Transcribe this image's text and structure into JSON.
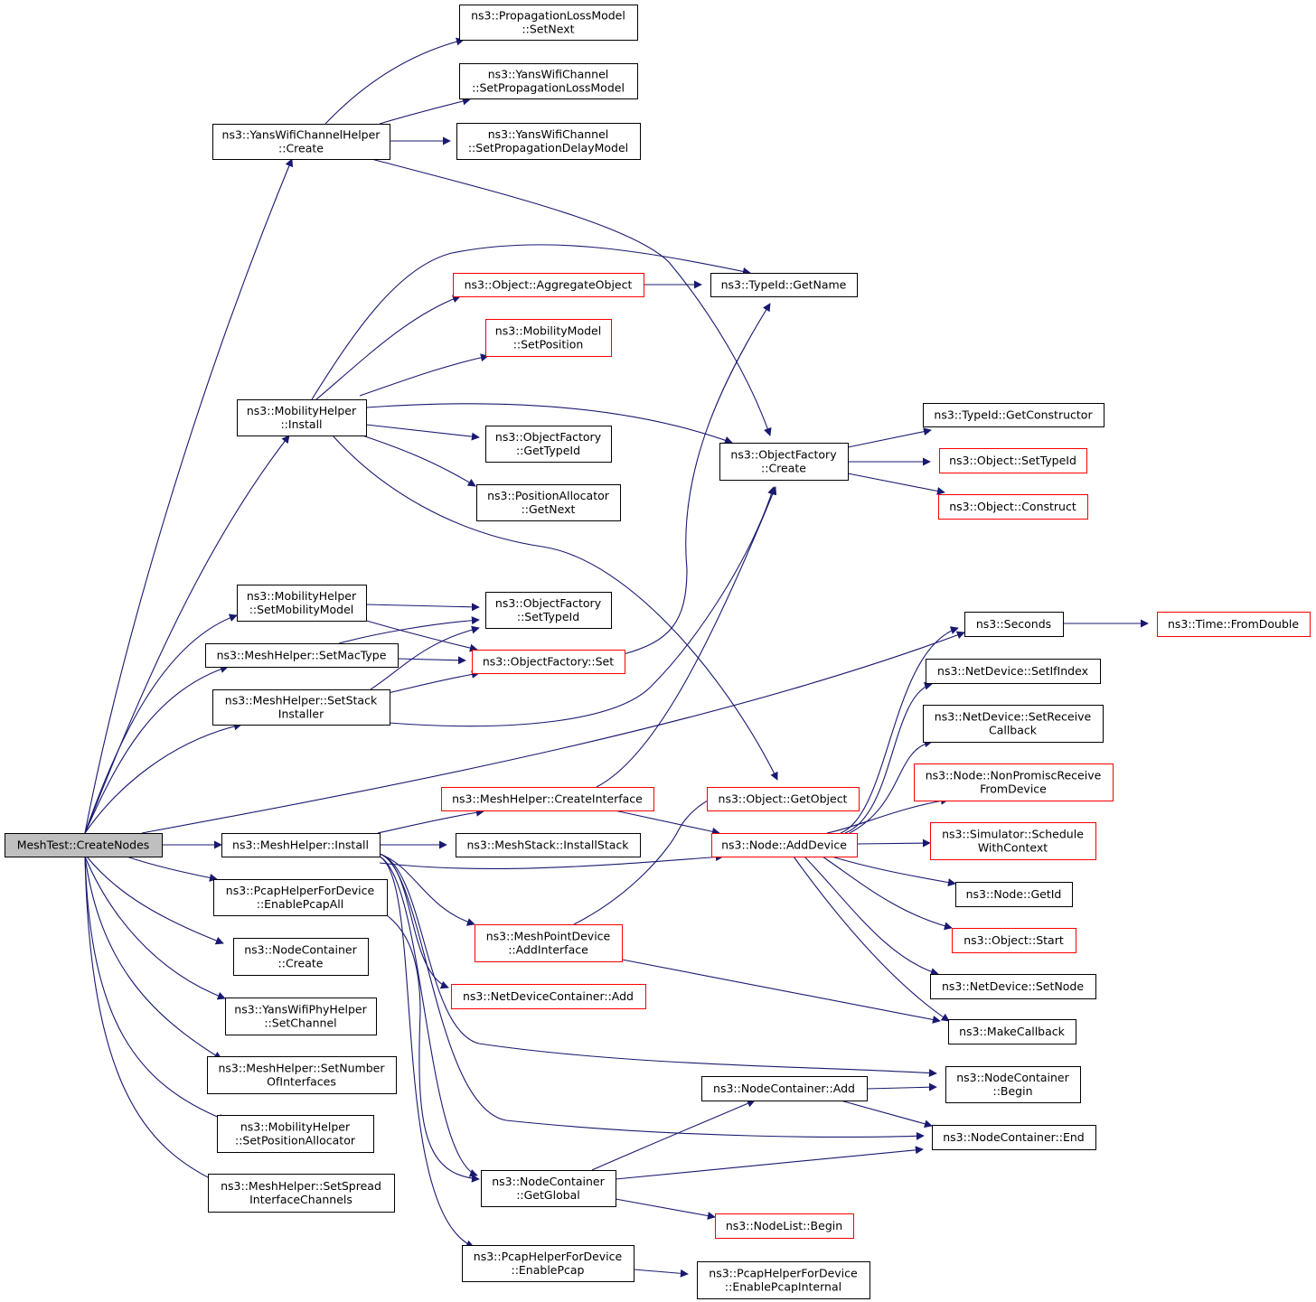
{
  "graph": {
    "root": "MeshTest::CreateNodes",
    "colors": {
      "edge": "#191970",
      "border_normal": "#000000",
      "border_truncated": "#ff0000",
      "root_fill": "#bfbfbf",
      "fill": "#ffffff"
    },
    "nodes": [
      {
        "id": "root",
        "lines": [
          "MeshTest::CreateNodes"
        ],
        "root": true
      },
      {
        "id": "yans_ch_create",
        "lines": [
          "ns3::YansWifiChannelHelper",
          "::Create"
        ]
      },
      {
        "id": "prop_setnext",
        "lines": [
          "ns3::PropagationLossModel",
          "::SetNext"
        ]
      },
      {
        "id": "ch_setloss",
        "lines": [
          "ns3::YansWifiChannel",
          "::SetPropagationLossModel"
        ]
      },
      {
        "id": "ch_setdelay",
        "lines": [
          "ns3::YansWifiChannel",
          "::SetPropagationDelayModel"
        ]
      },
      {
        "id": "obj_aggregate",
        "lines": [
          "ns3::Object::AggregateObject"
        ],
        "truncated": true
      },
      {
        "id": "typeid_getname",
        "lines": [
          "ns3::TypeId::GetName"
        ]
      },
      {
        "id": "mob_setpos",
        "lines": [
          "ns3::MobilityModel",
          "::SetPosition"
        ],
        "truncated": true
      },
      {
        "id": "mob_install",
        "lines": [
          "ns3::MobilityHelper",
          "::Install"
        ]
      },
      {
        "id": "of_gettypeid",
        "lines": [
          "ns3::ObjectFactory",
          "::GetTypeId"
        ]
      },
      {
        "id": "pos_getnext",
        "lines": [
          "ns3::PositionAllocator",
          "::GetNext"
        ]
      },
      {
        "id": "of_create",
        "lines": [
          "ns3::ObjectFactory",
          "::Create"
        ]
      },
      {
        "id": "typeid_getctor",
        "lines": [
          "ns3::TypeId::GetConstructor"
        ]
      },
      {
        "id": "obj_settypeid",
        "lines": [
          "ns3::Object::SetTypeId"
        ],
        "truncated": true
      },
      {
        "id": "obj_construct",
        "lines": [
          "ns3::Object::Construct"
        ],
        "truncated": true
      },
      {
        "id": "mob_setmodel",
        "lines": [
          "ns3::MobilityHelper",
          "::SetMobilityModel"
        ]
      },
      {
        "id": "of_settypeid",
        "lines": [
          "ns3::ObjectFactory",
          "::SetTypeId"
        ]
      },
      {
        "id": "mh_setmac",
        "lines": [
          "ns3::MeshHelper::SetMacType"
        ]
      },
      {
        "id": "of_set",
        "lines": [
          "ns3::ObjectFactory::Set"
        ],
        "truncated": true
      },
      {
        "id": "mh_setstack",
        "lines": [
          "ns3::MeshHelper::SetStack",
          "Installer"
        ]
      },
      {
        "id": "seconds",
        "lines": [
          "ns3::Seconds"
        ]
      },
      {
        "id": "time_fromdouble",
        "lines": [
          "ns3::Time::FromDouble"
        ],
        "truncated": true
      },
      {
        "id": "nd_setifindex",
        "lines": [
          "ns3::NetDevice::SetIfIndex"
        ]
      },
      {
        "id": "nd_setreceive",
        "lines": [
          "ns3::NetDevice::SetReceive",
          "Callback"
        ]
      },
      {
        "id": "node_nonpromisc",
        "lines": [
          "ns3::Node::NonPromiscReceive",
          "FromDevice"
        ],
        "truncated": true
      },
      {
        "id": "mh_createiface",
        "lines": [
          "ns3::MeshHelper::CreateInterface"
        ],
        "truncated": true
      },
      {
        "id": "obj_getobject",
        "lines": [
          "ns3::Object::GetObject"
        ],
        "truncated": true
      },
      {
        "id": "sim_schedule",
        "lines": [
          "ns3::Simulator::Schedule",
          "WithContext"
        ],
        "truncated": true
      },
      {
        "id": "mh_install",
        "lines": [
          "ns3::MeshHelper::Install"
        ]
      },
      {
        "id": "ms_installstack",
        "lines": [
          "ns3::MeshStack::InstallStack"
        ]
      },
      {
        "id": "node_adddevice",
        "lines": [
          "ns3::Node::AddDevice"
        ],
        "truncated": true
      },
      {
        "id": "pcap_enableall",
        "lines": [
          "ns3::PcapHelperForDevice",
          "::EnablePcapAll"
        ]
      },
      {
        "id": "node_getid",
        "lines": [
          "ns3::Node::GetId"
        ]
      },
      {
        "id": "obj_start",
        "lines": [
          "ns3::Object::Start"
        ],
        "truncated": true
      },
      {
        "id": "nc_create",
        "lines": [
          "ns3::NodeContainer",
          "::Create"
        ]
      },
      {
        "id": "mpd_addiface",
        "lines": [
          "ns3::MeshPointDevice",
          "::AddInterface"
        ],
        "truncated": true
      },
      {
        "id": "nd_setnode",
        "lines": [
          "ns3::NetDevice::SetNode"
        ]
      },
      {
        "id": "ndc_add",
        "lines": [
          "ns3::NetDeviceContainer::Add"
        ],
        "truncated": true
      },
      {
        "id": "yans_phy_setch",
        "lines": [
          "ns3::YansWifiPhyHelper",
          "::SetChannel"
        ]
      },
      {
        "id": "makecallback",
        "lines": [
          "ns3::MakeCallback"
        ]
      },
      {
        "id": "mh_setnumif",
        "lines": [
          "ns3::MeshHelper::SetNumber",
          "OfInterfaces"
        ]
      },
      {
        "id": "nc_begin",
        "lines": [
          "ns3::NodeContainer",
          "::Begin"
        ]
      },
      {
        "id": "nc_add",
        "lines": [
          "ns3::NodeContainer::Add"
        ]
      },
      {
        "id": "mob_setposalloc",
        "lines": [
          "ns3::MobilityHelper",
          "::SetPositionAllocator"
        ]
      },
      {
        "id": "nc_end",
        "lines": [
          "ns3::NodeContainer::End"
        ]
      },
      {
        "id": "nc_getglobal",
        "lines": [
          "ns3::NodeContainer",
          "::GetGlobal"
        ]
      },
      {
        "id": "mh_setspread",
        "lines": [
          "ns3::MeshHelper::SetSpread",
          "InterfaceChannels"
        ]
      },
      {
        "id": "nodelist_begin",
        "lines": [
          "ns3::NodeList::Begin"
        ],
        "truncated": true
      },
      {
        "id": "pcap_enable",
        "lines": [
          "ns3::PcapHelperForDevice",
          "::EnablePcap"
        ]
      },
      {
        "id": "pcap_internal",
        "lines": [
          "ns3::PcapHelperForDevice",
          "::EnablePcapInternal"
        ]
      }
    ]
  }
}
